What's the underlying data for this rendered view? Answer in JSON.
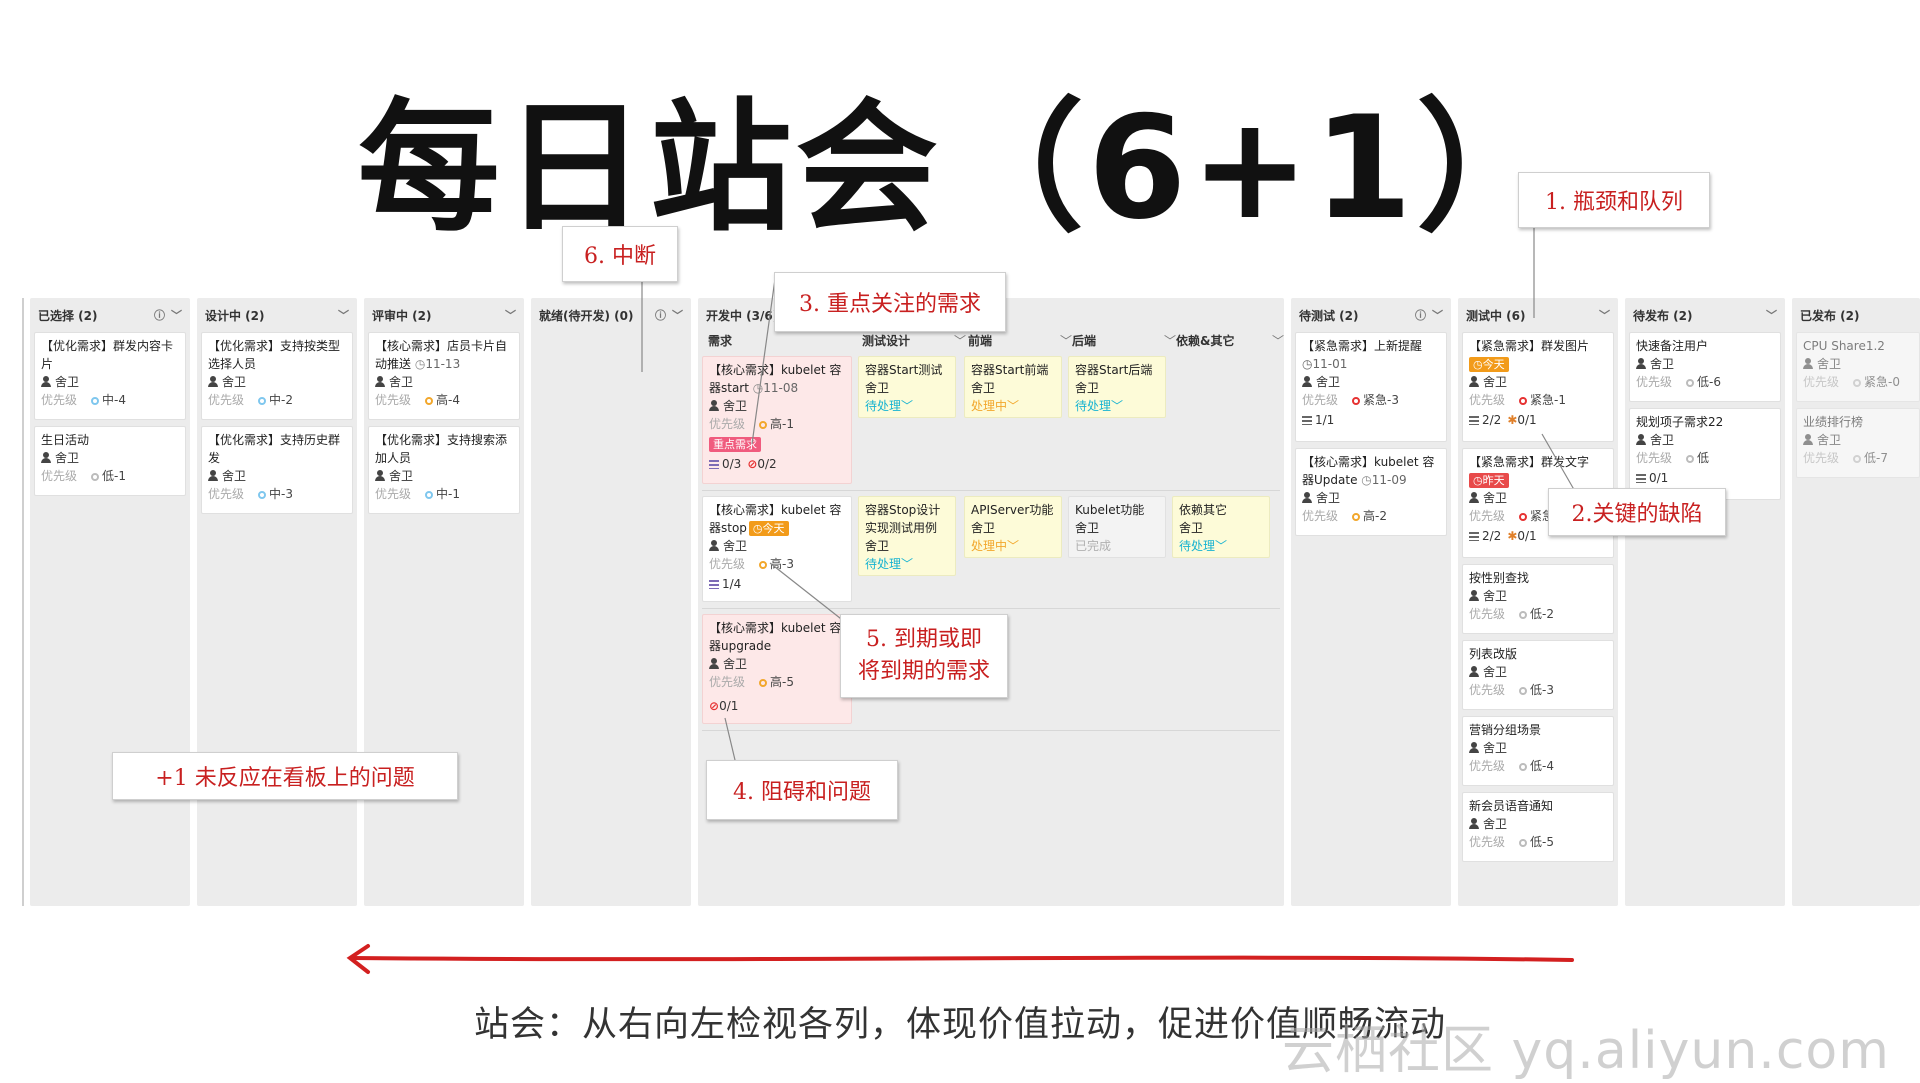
{
  "title": "每日站会（6+1）",
  "footer": "站会：从右向左检视各列，体现价值拉动，促进价值顺畅流动",
  "watermark": "云栖社区 yq.aliyun.com",
  "colors": {
    "callout_text": "#c82020",
    "arrow": "#d32020",
    "column_bg": "#ececec",
    "task_bg": "#fdfbd8",
    "focus_card_bg": "#fde8e8"
  },
  "common": {
    "assignee": "舍卫",
    "priority_label": "优先级",
    "info_icon": "info-icon",
    "chevron": "﹀"
  },
  "columns": {
    "selected": {
      "name": "已选择 (2)",
      "cards": [
        {
          "title": "【优化需求】群发内容卡片",
          "priority": "中-4"
        },
        {
          "title": "生日活动",
          "priority": "低-1"
        }
      ]
    },
    "designing": {
      "name": "设计中 (2)",
      "cards": [
        {
          "title": "【优化需求】支持按类型选择人员",
          "priority": "中-2"
        },
        {
          "title": "【优化需求】支持历史群发",
          "priority": "中-3"
        }
      ]
    },
    "review": {
      "name": "评审中 (2)",
      "cards": [
        {
          "title": "【核心需求】店员卡片自动推送",
          "date": "11-13",
          "priority": "高-4"
        },
        {
          "title": "【优化需求】支持搜索添加人员",
          "priority": "中-1"
        }
      ]
    },
    "ready": {
      "name": "就绪(待开发) (0)"
    },
    "developing": {
      "name": "开发中 (3/6)",
      "sub_heads": [
        "需求",
        "测试设计",
        "前端",
        "后端",
        "依赖&其它"
      ],
      "rows": [
        {
          "title": "【核心需求】kubelet 容器start",
          "date": "11-08",
          "priority": "高-1",
          "tag": "重点需求",
          "stats": "0/3",
          "blocked": "0/2",
          "tasks": [
            {
              "title": "容器Start测试",
              "state": "待处理"
            },
            {
              "title": "容器Start前端",
              "state": "处理中"
            },
            {
              "title": "容器Start后端",
              "state": "待处理"
            }
          ]
        },
        {
          "title": "【核心需求】kubelet 容器stop",
          "due": "今天",
          "priority": "高-3",
          "stats": "1/4",
          "tasks": [
            {
              "title": "容器Stop设计实现测试用例",
              "state": "待处理"
            },
            {
              "title": "APIServer功能",
              "state": "处理中"
            },
            {
              "title": "Kubelet功能",
              "state": "已完成"
            },
            {
              "title": "依赖其它",
              "state": "待处理"
            }
          ]
        },
        {
          "title": "【核心需求】kubelet 容器upgrade",
          "priority": "高-5",
          "blocked": "0/1"
        }
      ]
    },
    "testing_wait": {
      "name": "待测试 (2)",
      "cards": [
        {
          "title": "【紧急需求】上新提醒",
          "date": "11-01",
          "priority": "紧急-3",
          "stats": "1/1"
        },
        {
          "title": "【核心需求】kubelet 容器Update",
          "date": "11-09",
          "priority": "高-2"
        }
      ]
    },
    "testing": {
      "name": "测试中 (6)",
      "cards": [
        {
          "title": "【紧急需求】群发图片",
          "due": "今天",
          "priority": "紧急-1",
          "stats": "2/2",
          "bugs": "0/1"
        },
        {
          "title": "【紧急需求】群发文字",
          "due": "昨天",
          "priority": "紧急-2",
          "stats": "2/2",
          "bugs": "0/1"
        },
        {
          "title": "按性别查找",
          "priority": "低-2"
        },
        {
          "title": "列表改版",
          "priority": "低-3"
        },
        {
          "title": "营销分组场景",
          "priority": "低-4"
        },
        {
          "title": "新会员语音通知",
          "priority": "低-5"
        }
      ]
    },
    "to_release": {
      "name": "待发布 (2)",
      "cards": [
        {
          "title": "快速备注用户",
          "priority": "低-6"
        },
        {
          "title": "规划项子需求22",
          "priority": "低",
          "stats": "0/1"
        }
      ]
    },
    "released": {
      "name": "已发布 (2)",
      "cards": [
        {
          "title": "CPU Share1.2",
          "priority": "紧急-0"
        },
        {
          "title": "业绩排行榜",
          "priority": "低-7"
        }
      ]
    }
  },
  "callouts": {
    "c1": "1. 瓶颈和队列",
    "c2": "2.关键的缺陷",
    "c3": "3. 重点关注的需求",
    "c4": "4. 阻碍和问题",
    "c5a": "5. 到期或即",
    "c5b": "将到期的需求",
    "c6": "6. 中断",
    "c7": "+1 未反应在看板上的问题"
  }
}
